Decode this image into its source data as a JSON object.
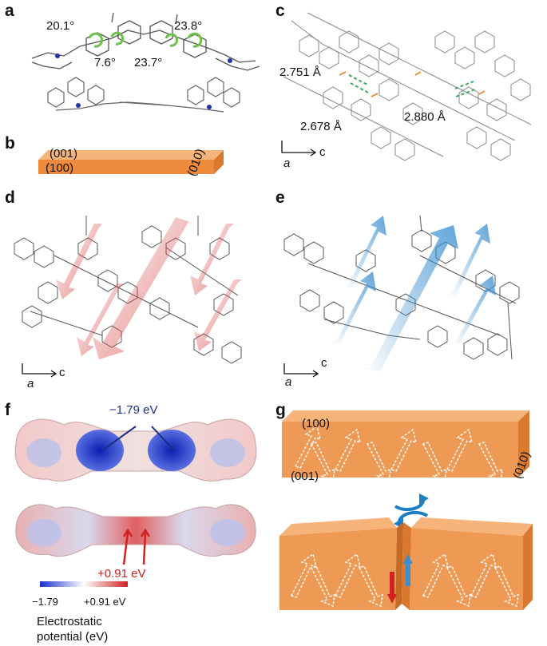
{
  "panels": {
    "a": {
      "label": "a",
      "angles": [
        "20.1°",
        "7.6°",
        "23.7°",
        "23.8°"
      ]
    },
    "b": {
      "label": "b",
      "faces": [
        "(001)",
        "(100)",
        "(010)"
      ]
    },
    "c": {
      "label": "c",
      "distances": [
        "2.751 Å",
        "2.678 Å",
        "2.880 Å"
      ],
      "axis_x": "c",
      "axis_y": "a"
    },
    "d": {
      "label": "d",
      "axis_x": "c",
      "axis_y": "a"
    },
    "e": {
      "label": "e",
      "axis_x": "c",
      "axis_y": "a"
    },
    "f": {
      "label": "f",
      "neg_value": "−1.79 eV",
      "pos_value": "+0.91 eV",
      "scale_min": "−1.79",
      "scale_max": "+0.91 eV",
      "scale_title_line1": "Electrostatic",
      "scale_title_line2": "potential (eV)"
    },
    "g": {
      "label": "g",
      "faces": [
        "(100)",
        "(001)",
        "(010)"
      ]
    }
  },
  "colors": {
    "crystal_orange": "#f0a060",
    "dipole_red": "#d9534f",
    "dipole_blue": "#3a8fd0",
    "esp_negative": "#1a2fd0",
    "esp_positive": "#d02020",
    "cycle_arrow": "#1f7fc4"
  }
}
